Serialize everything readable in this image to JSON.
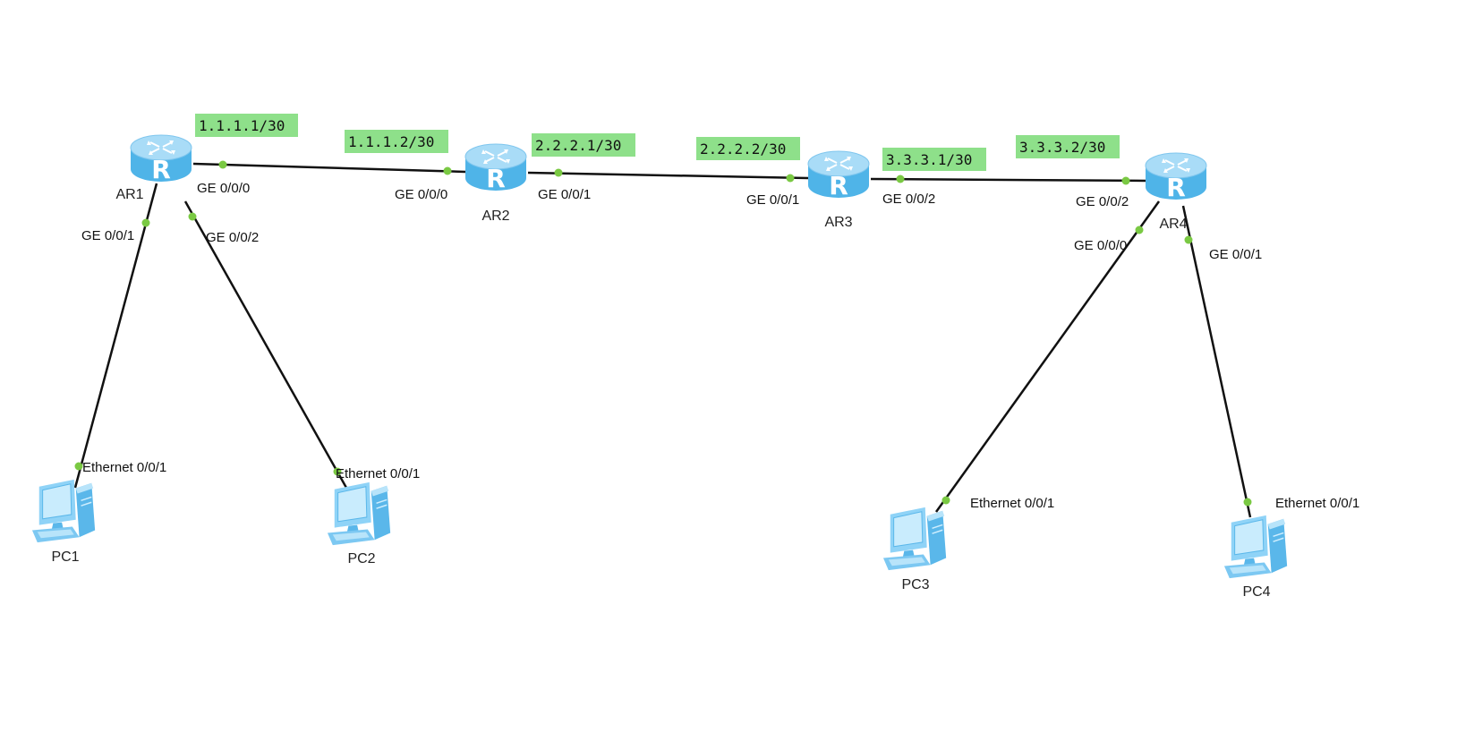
{
  "colors": {
    "link": "#111111",
    "port_dot": "#7ac943",
    "ip_badge": "#8ee08a",
    "router_top": "#a9dcf7",
    "router_body": "#4fb4e8",
    "pc": "#7cc8f2"
  },
  "devices": {
    "routers": [
      {
        "id": "ar1",
        "name": "AR1",
        "icon": "router-icon"
      },
      {
        "id": "ar2",
        "name": "AR2",
        "icon": "router-icon"
      },
      {
        "id": "ar3",
        "name": "AR3",
        "icon": "router-icon"
      },
      {
        "id": "ar4",
        "name": "AR4",
        "icon": "router-icon"
      }
    ],
    "pcs": [
      {
        "id": "pc1",
        "name": "PC1",
        "icon": "pc-icon"
      },
      {
        "id": "pc2",
        "name": "PC2",
        "icon": "pc-icon"
      },
      {
        "id": "pc3",
        "name": "PC3",
        "icon": "pc-icon"
      },
      {
        "id": "pc4",
        "name": "PC4",
        "icon": "pc-icon"
      }
    ]
  },
  "ports": {
    "ar1_ge000": "GE 0/0/0",
    "ar1_ge001": "GE 0/0/1",
    "ar1_ge002": "GE 0/0/2",
    "ar2_ge000": "GE 0/0/0",
    "ar2_ge001": "GE 0/0/1",
    "ar3_ge001": "GE 0/0/1",
    "ar3_ge002": "GE 0/0/2",
    "ar4_ge002": "GE 0/0/2",
    "ar4_ge000": "GE 0/0/0",
    "ar4_ge001": "GE 0/0/1",
    "pc1_eth": "Ethernet 0/0/1",
    "pc2_eth": "Ethernet 0/0/1",
    "pc3_eth": "Ethernet 0/0/1",
    "pc4_eth": "Ethernet 0/0/1"
  },
  "ip_labels": {
    "ar1_ge000": "1.1.1.1/30",
    "ar2_ge000": "1.1.1.2/30",
    "ar2_ge001": "2.2.2.1/30",
    "ar3_ge001": "2.2.2.2/30",
    "ar3_ge002": "3.3.3.1/30",
    "ar4_ge002": "3.3.3.2/30"
  }
}
